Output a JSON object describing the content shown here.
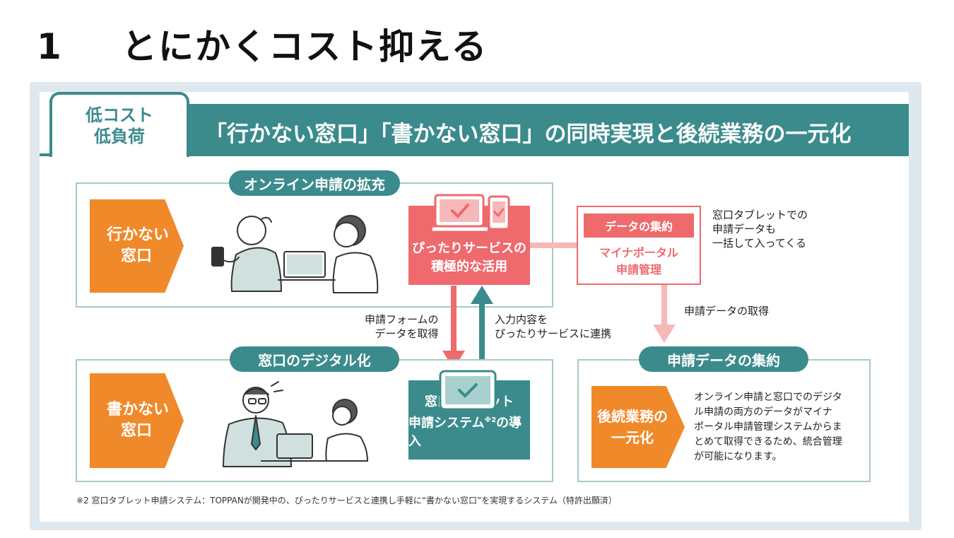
{
  "slide": {
    "number": "1",
    "title": "とにかくコスト抑える"
  },
  "tab": {
    "line1": "低コスト",
    "line2": "低負荷"
  },
  "header": {
    "title": "「行かない窓口」「書かない窓口」の同時実現と後続業務の一元化"
  },
  "online": {
    "pill": "オンライン申請の拡充",
    "chevron": {
      "line1": "行かない",
      "line2": "窓口"
    },
    "service_box": {
      "line1": "ぴったりサービスの",
      "line2": "積極的な活用"
    }
  },
  "madoguchi": {
    "pill": "窓口のデジタル化",
    "chevron": {
      "line1": "書かない",
      "line2": "窓口"
    },
    "tablet_box": {
      "line1": "窓口タブレット",
      "line2_pre": "申請システム",
      "sup": "※2",
      "line2_post": "の導入"
    }
  },
  "aggregation": {
    "label_badge": "データの集約",
    "line1": "マイナポータル",
    "line2": "申請管理",
    "note": [
      "窓口タブレットでの",
      "申請データも",
      "一括して入ってくる"
    ]
  },
  "arrows": {
    "down_label": [
      "申請フォームの",
      "データを取得"
    ],
    "up_label": [
      "入力内容を",
      "ぴったりサービスに連携"
    ],
    "fetch_label": "申請データの取得"
  },
  "integration": {
    "pill": "申請データの集約",
    "chevron": {
      "line1": "後続業務の",
      "line2": "一元化"
    },
    "description": [
      "オンライン申請と窓口でのデジタ",
      "ル申請の両方のデータがマイナ",
      "ポータル申請管理システムからま",
      "とめて取得できるため、統合管理",
      "が可能になります。"
    ]
  },
  "footnote": "※2 窓口タブレット申請システム：TOPPANが開発中の、ぴったりサービスと連携し手軽に“書かない窓口”を実現するシステム（特許出願済）",
  "colors": {
    "teal": "#3b8b8d",
    "coral": "#ee6a6d",
    "orange": "#f0892a",
    "frame": "#dfe8ee"
  },
  "icons": [
    "check-icon",
    "laptop-icon",
    "smartphone-icon",
    "tablet-icon"
  ]
}
